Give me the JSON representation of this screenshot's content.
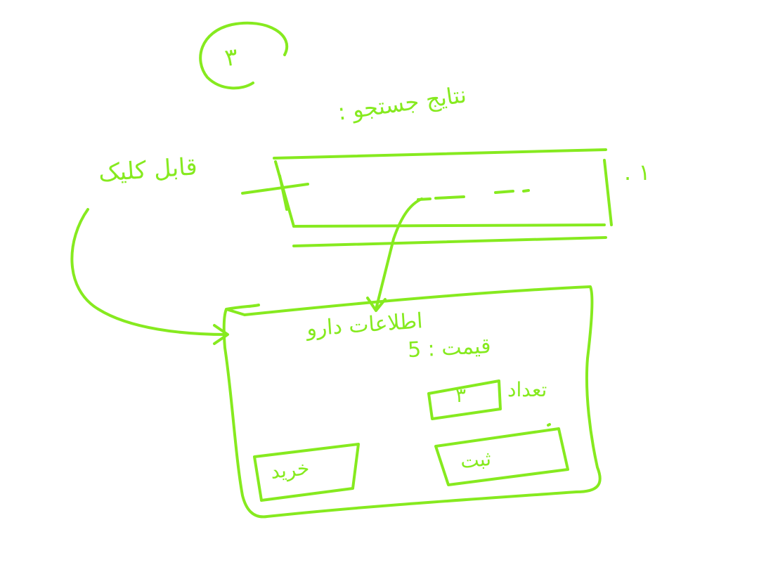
{
  "step_marker": "٣",
  "results_heading": "نتایج جستجو :",
  "result_row": {
    "number": ". ١"
  },
  "click_label": "قابل کلیک",
  "product_card": {
    "title": "اطلاعات دارو",
    "price_line": "قیمت : 5",
    "quantity_label": "تعداد",
    "quantity_value": "٣",
    "register_button": "ثبت",
    "buy_button": "خرید"
  },
  "colors": {
    "ink": "#86ea1f",
    "background": "#ffffff"
  }
}
